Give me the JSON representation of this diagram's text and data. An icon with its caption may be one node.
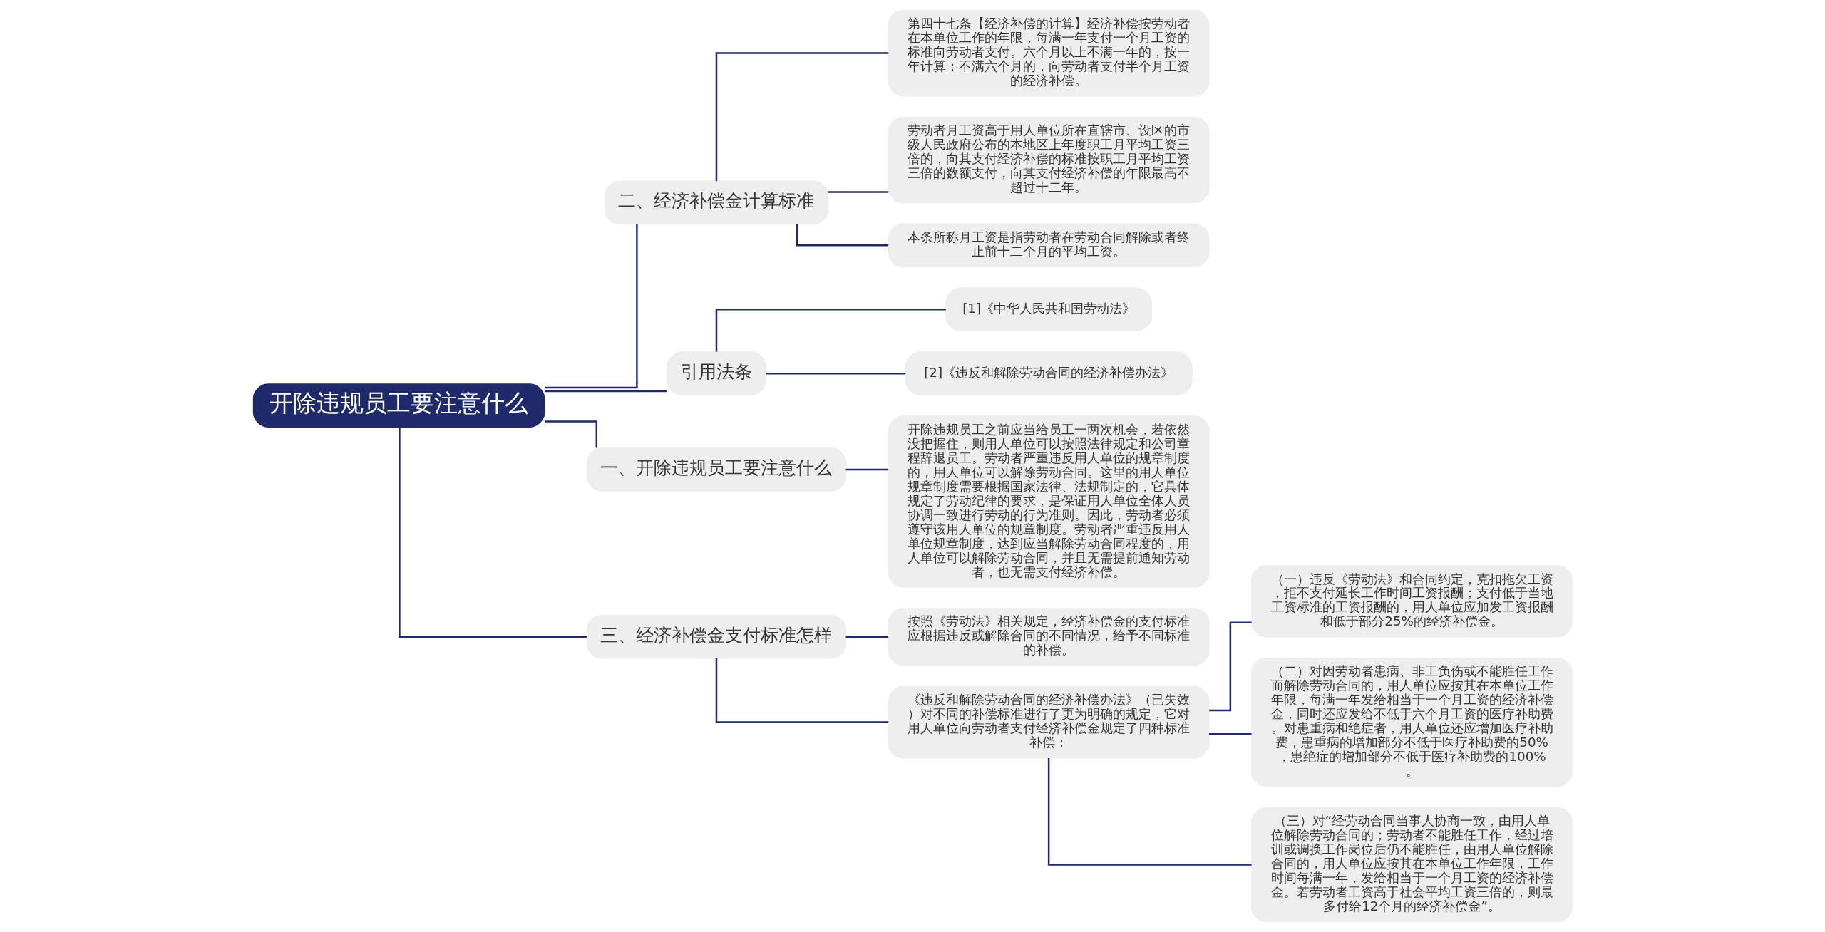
{
  "diagram": {
    "nodes": [
      {
        "text": [
          "开除违规员工要注意什么"
        ]
      },
      {
        "text": [
          "二、经济补偿金计算标准"
        ]
      },
      {
        "text": [
          "第四十七条【经济补偿的计算】经济补偿按劳动者在本单位工作的年限，每满一年支付一个月工资的标准向劳动者支付。六个月以上不满一年的，按一年计算；不满六个月的，向劳动者支付半个月工资的经济补偿。"
        ]
      },
      {
        "text": [
          "劳动者月工资高于用人单位所在直辖市、设区的市级人民政府公布的本地区上年度职工月平均工资三倍的，向其支付经济补偿的标准按职工月平均工资三倍的数额支付，向其支付经济补偿的年限最高不超过十二年。"
        ]
      },
      {
        "text": [
          "本条所称月工资是指劳动者在劳动合同解除或者终止前十二个月的平均工资。"
        ]
      },
      {
        "text": [
          "引用法条"
        ]
      },
      {
        "text": [
          "[1]《中华人民共和国劳动法》"
        ]
      },
      {
        "text": [
          "[2]《违反和解除劳动合同的经济补偿办法》"
        ]
      },
      {
        "text": [
          "一、开除违规员工要注意什么"
        ]
      },
      {
        "text": [
          "开除违规员工之前应当给员工一两次机会，若依然没把握住，则用人单位可以按照法律规定和公司章程辞退员工。劳动者严重违反用人单位的规章制度的，用人单位可以解除劳动合同。这里的用人单位规章制度需要根据国家法律、法规制定的，它具体规定了劳动纪律的要求，是保证用人单位全体人员协调一致进行劳动的行为准则。因此，劳动者必须遵守该用人单位的规章制度。劳动者严重违反用人单位规章制度，达到应当解除劳动合同程度的，用人单位可以解除劳动合同，并且无需提前通知劳动者，也无需支付经济补偿。"
        ]
      },
      {
        "text": [
          "三、经济补偿金支付标准怎样"
        ]
      },
      {
        "text": [
          "按照《劳动法》相关规定，经济补偿金的支付标准应根据违反或解除合同的不同情况，给予不同标准的补偿。"
        ]
      },
      {
        "text": [
          "《违反和解除劳动合同的经济补偿办法》（已失效）对不同的补偿标准进行了更为明确的规定，它对用人单位向劳动者支付经济补偿金规定了四种标准补偿："
        ]
      },
      {
        "text": [
          "（一）违反《劳动法》和合同约定，克扣拖欠工资，拒不支付延长工作时间工资报酬；支付低于当地工资标准的工资报酬的，用人单位应加发工资报酬和低于部分25%的经济补偿金。"
        ]
      },
      {
        "text": [
          "（二）对因劳动者患病、非工负伤或不能胜任工作而解除劳动合同的，用人单位应按其在本单位工作年限，每满一年发给相当于一个月工资的经济补偿金，同时还应发给不低于六个月工资的医疗补助费。对患重病和绝症者，用人单位还应增加医疗补助费，患重病的增加部分不低于医疗补助费的50%，患绝症的增加部分不低于医疗补助费的100%。"
        ]
      },
      {
        "text": [
          "（三）对“经劳动合同当事人协商一致，由用人单位解除劳动合同的；劳动者不能胜任工作，经过培训或调换工作岗位后仍不能胜任，由用人单位解除合同的，用人单位应按其在本单位工作年限，工作时间每满一年，发给相当于一个月工资的经济补偿金。若劳动者工资高于社会平均工资三倍的，则最多付给12个月的经济补偿金”。"
        ]
      }
    ],
    "edges": [
      {
        "from": 0,
        "to": 1,
        "arrow": "none"
      },
      {
        "from": 1,
        "to": 2,
        "arrow": "none"
      },
      {
        "from": 1,
        "to": 3,
        "arrow": "none"
      },
      {
        "from": 1,
        "to": 4,
        "arrow": "none"
      },
      {
        "from": 0,
        "to": 5,
        "arrow": "none"
      },
      {
        "from": 5,
        "to": 6,
        "arrow": "none"
      },
      {
        "from": 5,
        "to": 7,
        "arrow": "none"
      },
      {
        "from": 0,
        "to": 8,
        "arrow": "none"
      },
      {
        "from": 8,
        "to": 9,
        "arrow": "none"
      },
      {
        "from": 0,
        "to": 10,
        "arrow": "none"
      },
      {
        "from": 10,
        "to": 11,
        "arrow": "none"
      },
      {
        "from": 10,
        "to": 12,
        "arrow": "none"
      },
      {
        "from": 12,
        "to": 13,
        "arrow": "none"
      },
      {
        "from": 12,
        "to": 14,
        "arrow": "none"
      },
      {
        "from": 12,
        "to": 15,
        "arrow": "none"
      }
    ]
  }
}
